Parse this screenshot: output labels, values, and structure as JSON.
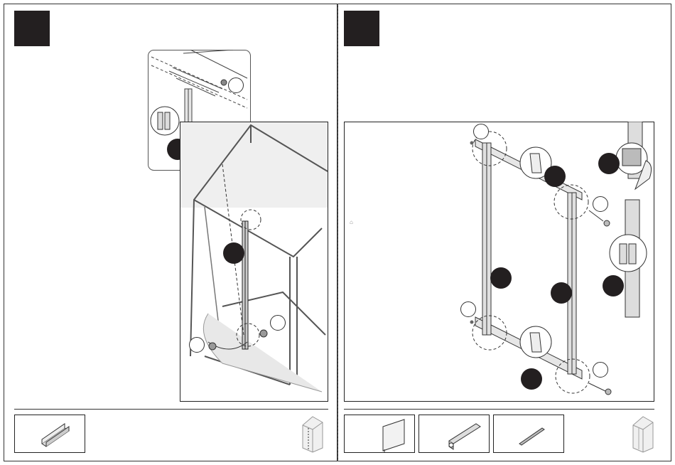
{
  "left_panel": {
    "step_box_color": "#231f20",
    "callouts": [
      {
        "label": "",
        "style": "open-circle"
      },
      {
        "label": "",
        "style": "open-circle"
      },
      {
        "label": "",
        "style": "filled-circle"
      },
      {
        "label": "",
        "style": "filled-circle"
      },
      {
        "label": "",
        "style": "open-circle"
      },
      {
        "label": "",
        "style": "open-circle"
      }
    ],
    "parts": [
      {
        "icon": "channel-profile-icon"
      }
    ],
    "thumbnail": "greenhouse-thumbnail-icon"
  },
  "right_panel": {
    "step_box_color": "#231f20",
    "note_mark": "⌂",
    "callouts": [
      {
        "label": "",
        "style": "open-circle"
      },
      {
        "label": "",
        "style": "filled-circle"
      },
      {
        "label": "",
        "style": "open-circle"
      },
      {
        "label": "",
        "style": "filled-circle"
      },
      {
        "label": "",
        "style": "filled-circle"
      },
      {
        "label": "",
        "style": "filled-circle"
      },
      {
        "label": "",
        "style": "filled-circle"
      },
      {
        "label": "",
        "style": "open-circle"
      },
      {
        "label": "",
        "style": "filled-circle"
      },
      {
        "label": "",
        "style": "open-circle"
      }
    ],
    "parts": [
      {
        "icon": "panel-sheet-icon"
      },
      {
        "icon": "clip-profile-icon"
      },
      {
        "icon": "strip-icon"
      }
    ],
    "thumbnail": "greenhouse-thumbnail-icon"
  }
}
